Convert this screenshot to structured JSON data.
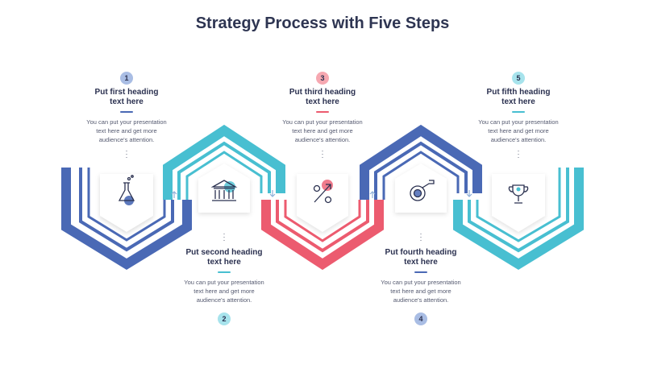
{
  "title": "Strategy Process with Five Steps",
  "colors": {
    "step1": "#4a69b5",
    "step2": "#48bfd1",
    "step3": "#ec5b6f",
    "step4": "#4a69b5",
    "step5": "#48bfd1",
    "badge1_bg": "#a9bde4",
    "badge2_bg": "#a7e3ec",
    "badge3_bg": "#f6a8b1",
    "badge4_bg": "#a9bde4",
    "badge5_bg": "#a7e3ec"
  },
  "steps": [
    {
      "number": "1",
      "heading_line1": "Put first heading",
      "heading_line2": "text here",
      "desc_line1": "You can put your presentation",
      "desc_line2": "text here and get more",
      "desc_line3": "audience's attention.",
      "icon": "flask-icon"
    },
    {
      "number": "2",
      "heading_line1": "Put second heading",
      "heading_line2": "text here",
      "desc_line1": "You can put your presentation",
      "desc_line2": "text here and get more",
      "desc_line3": "audience's attention.",
      "icon": "bank-icon"
    },
    {
      "number": "3",
      "heading_line1": "Put third heading",
      "heading_line2": "text here",
      "desc_line1": "You can put your presentation",
      "desc_line2": "text here and get more",
      "desc_line3": "audience's attention.",
      "icon": "percent-icon"
    },
    {
      "number": "4",
      "heading_line1": "Put fourth heading",
      "heading_line2": "text here",
      "desc_line1": "You can put your presentation",
      "desc_line2": "text here and get more",
      "desc_line3": "audience's attention.",
      "icon": "target-chart-icon"
    },
    {
      "number": "5",
      "heading_line1": "Put fifth heading",
      "heading_line2": "text here",
      "desc_line1": "You can put your presentation",
      "desc_line2": "text here and get more",
      "desc_line3": "audience's attention.",
      "icon": "trophy-icon"
    }
  ]
}
